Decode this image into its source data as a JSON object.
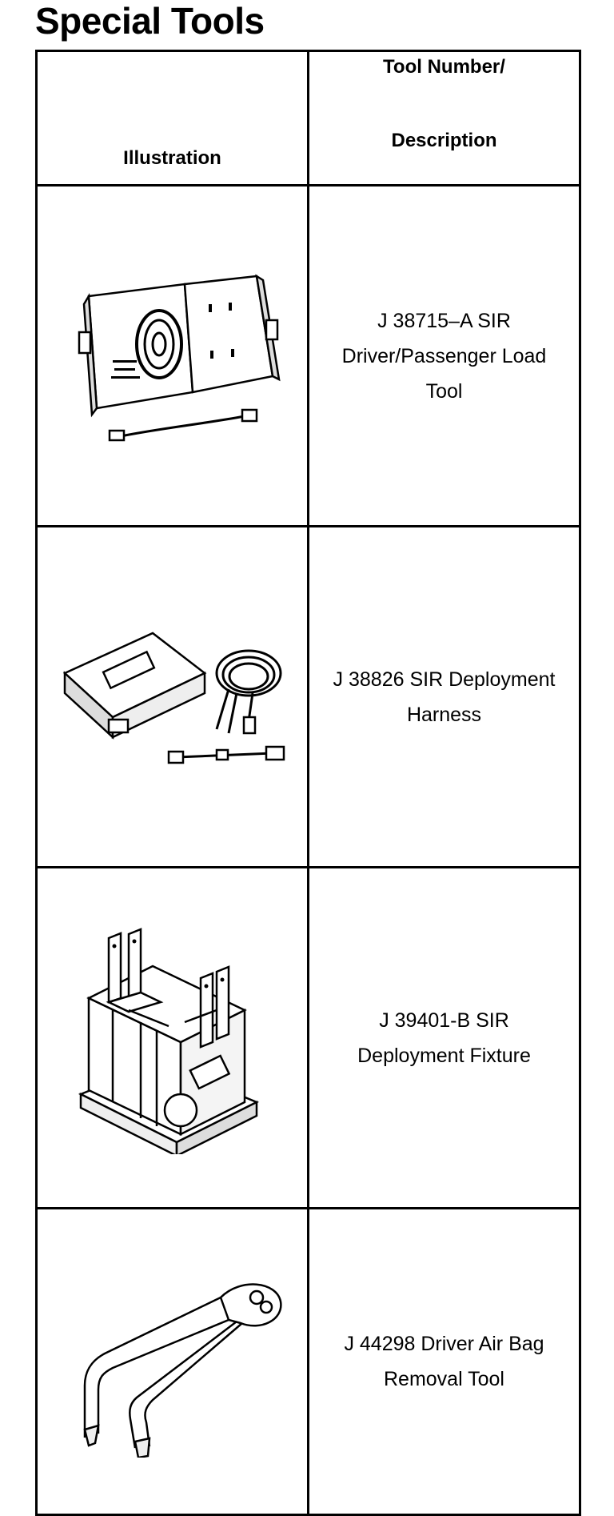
{
  "page": {
    "title": "Special Tools"
  },
  "table": {
    "headers": {
      "illustration": "Illustration",
      "tool": "Tool Number/\nDescription",
      "tool_line1": "Tool Number/",
      "tool_line2": "Description"
    },
    "rows": [
      {
        "illustration_icon": "load-tool-case-icon",
        "description": "J 38715–A SIR Driver/Passenger Load Tool"
      },
      {
        "illustration_icon": "deployment-harness-icon",
        "description": "J 38826 SIR Deployment Harness"
      },
      {
        "illustration_icon": "deployment-fixture-icon",
        "description": "J 39401-B SIR Deployment Fixture"
      },
      {
        "illustration_icon": "air-bag-removal-tool-icon",
        "description": "J 44298 Driver Air Bag Removal Tool"
      }
    ]
  }
}
